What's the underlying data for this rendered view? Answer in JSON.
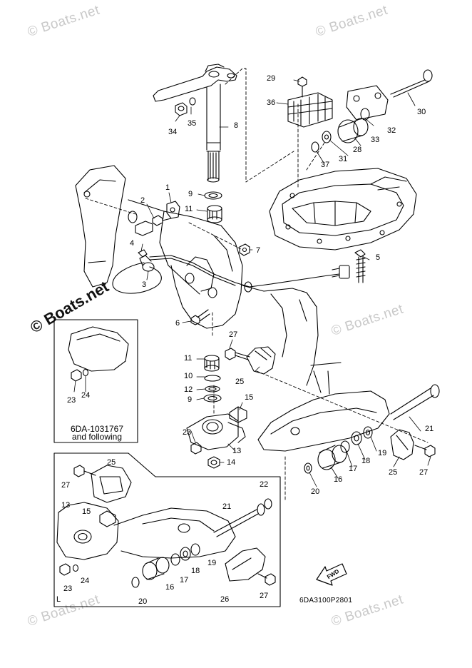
{
  "watermarks": {
    "text": "© Boats.net",
    "dark_text": "© Boats.net"
  },
  "part_numbers": [
    {
      "id": "p1",
      "label": "1"
    },
    {
      "id": "p2",
      "label": "2"
    },
    {
      "id": "p3",
      "label": "3"
    },
    {
      "id": "p4",
      "label": "4"
    },
    {
      "id": "p5",
      "label": "5"
    },
    {
      "id": "p6",
      "label": "6"
    },
    {
      "id": "p7",
      "label": "7"
    },
    {
      "id": "p8",
      "label": "8"
    },
    {
      "id": "p9a",
      "label": "9"
    },
    {
      "id": "p9b",
      "label": "9"
    },
    {
      "id": "p10",
      "label": "10"
    },
    {
      "id": "p11a",
      "label": "11"
    },
    {
      "id": "p11b",
      "label": "11"
    },
    {
      "id": "p12",
      "label": "12"
    },
    {
      "id": "p13a",
      "label": "13"
    },
    {
      "id": "p13b",
      "label": "13"
    },
    {
      "id": "p14",
      "label": "14"
    },
    {
      "id": "p15a",
      "label": "15"
    },
    {
      "id": "p15b",
      "label": "15"
    },
    {
      "id": "p16a",
      "label": "16"
    },
    {
      "id": "p16b",
      "label": "16"
    },
    {
      "id": "p17a",
      "label": "17"
    },
    {
      "id": "p17b",
      "label": "17"
    },
    {
      "id": "p18a",
      "label": "18"
    },
    {
      "id": "p18b",
      "label": "18"
    },
    {
      "id": "p19a",
      "label": "19"
    },
    {
      "id": "p19b",
      "label": "19"
    },
    {
      "id": "p20a",
      "label": "20"
    },
    {
      "id": "p20b",
      "label": "20"
    },
    {
      "id": "p21a",
      "label": "21"
    },
    {
      "id": "p21b",
      "label": "21"
    },
    {
      "id": "p22",
      "label": "22"
    },
    {
      "id": "p23a",
      "label": "23"
    },
    {
      "id": "p23b",
      "label": "23"
    },
    {
      "id": "p23c",
      "label": "23"
    },
    {
      "id": "p24a",
      "label": "24"
    },
    {
      "id": "p24b",
      "label": "24"
    },
    {
      "id": "p25a",
      "label": "25"
    },
    {
      "id": "p25b",
      "label": "25"
    },
    {
      "id": "p25c",
      "label": "25"
    },
    {
      "id": "p26",
      "label": "26"
    },
    {
      "id": "p27a",
      "label": "27"
    },
    {
      "id": "p27b",
      "label": "27"
    },
    {
      "id": "p27c",
      "label": "27"
    },
    {
      "id": "p27d",
      "label": "27"
    },
    {
      "id": "p28",
      "label": "28"
    },
    {
      "id": "p29",
      "label": "29"
    },
    {
      "id": "p30",
      "label": "30"
    },
    {
      "id": "p31",
      "label": "31"
    },
    {
      "id": "p32",
      "label": "32"
    },
    {
      "id": "p33",
      "label": "33"
    },
    {
      "id": "p34",
      "label": "34"
    },
    {
      "id": "p35",
      "label": "35"
    },
    {
      "id": "p36",
      "label": "36"
    },
    {
      "id": "p37",
      "label": "37"
    }
  ],
  "inset": {
    "line1": "6DA-1031767",
    "line2": "and following"
  },
  "lower_inset": {
    "corner_mark": "L"
  },
  "fwd_badge": "FWD",
  "drawing_code": "6DA3100P2801"
}
